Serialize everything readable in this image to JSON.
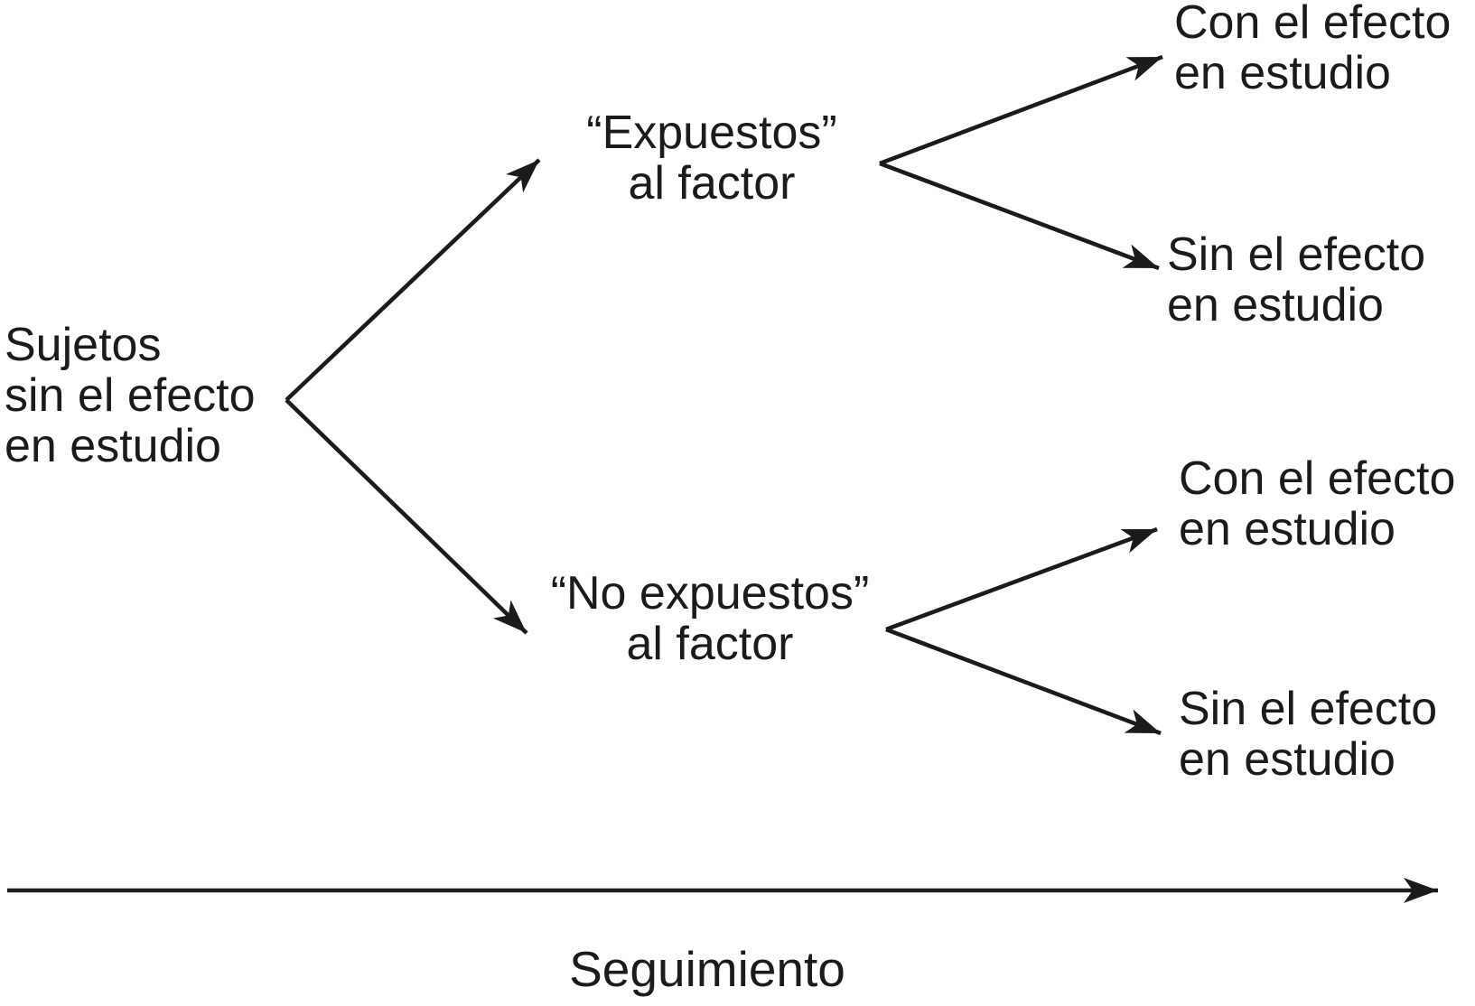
{
  "diagram": {
    "type": "cohort-study-flow",
    "background": "#ffffff",
    "ink_color": "#1b1b1b",
    "nodes": {
      "root": "Sujetos\nsin el efecto\nen estudio",
      "exposed": "“Expuestos”\nal factor",
      "not_exposed": "“No expuestos”\nal factor",
      "exposed_with_effect": "Con el efecto\nen estudio",
      "exposed_without_effect": "Sin el efecto\nen estudio",
      "not_exposed_with_effect": "Con el efecto\nen estudio",
      "not_exposed_without_effect": "Sin el efecto\nen estudio",
      "timeline": "Seguimiento"
    },
    "edges": [
      {
        "from": "root",
        "to": "exposed"
      },
      {
        "from": "root",
        "to": "not_exposed"
      },
      {
        "from": "exposed",
        "to": "exposed_with_effect"
      },
      {
        "from": "exposed",
        "to": "exposed_without_effect"
      },
      {
        "from": "not_exposed",
        "to": "not_exposed_with_effect"
      },
      {
        "from": "not_exposed",
        "to": "not_exposed_without_effect"
      }
    ]
  }
}
